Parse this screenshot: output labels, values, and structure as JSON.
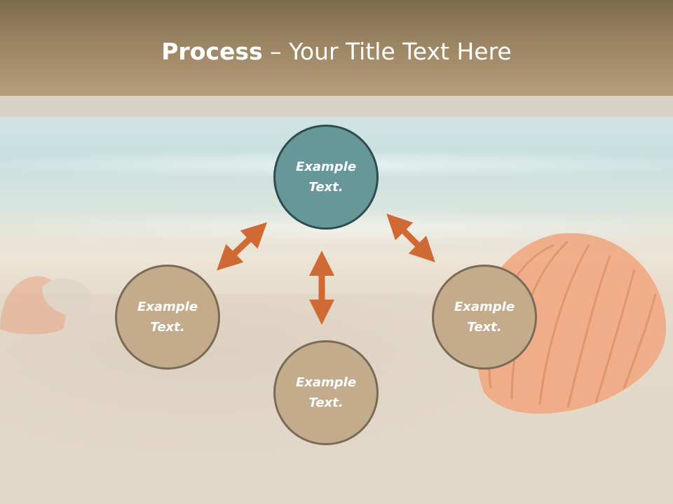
{
  "slide": {
    "title_bold": "Process",
    "title_rest": " – Your Title Text Here"
  },
  "nodes": {
    "top": "Example Text.",
    "left": "Example Text.",
    "right": "Example Text.",
    "bottom": "Example Text."
  },
  "colors": {
    "header": "#9b8463",
    "node_accent": "#66989a",
    "node_neutral": "#c3ab8c",
    "arrow": "#cf6a34"
  },
  "arrows": [
    {
      "from": "top",
      "to": "left",
      "style": "double-headed"
    },
    {
      "from": "top",
      "to": "right",
      "style": "double-headed"
    },
    {
      "from": "top",
      "to": "bottom",
      "style": "double-headed"
    }
  ]
}
